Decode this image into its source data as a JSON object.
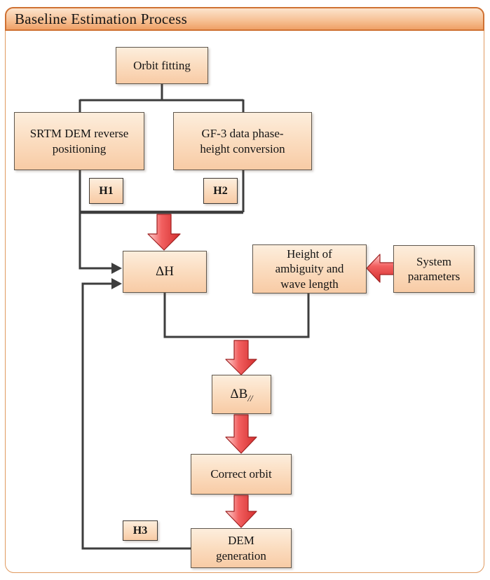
{
  "header": {
    "title": "Baseline Estimation Process"
  },
  "nodes": {
    "orbit_fitting": {
      "label": [
        "Orbit fitting"
      ]
    },
    "srtm_dem": {
      "label": [
        "SRTM DEM reverse",
        "positioning"
      ]
    },
    "gf3": {
      "label": [
        "GF-3 data phase-",
        "height conversion"
      ]
    },
    "h1": {
      "label": "H1"
    },
    "h2": {
      "label": "H2"
    },
    "delta_h": {
      "label": "ΔH"
    },
    "height_of_ambiguity": {
      "label": [
        "Height of",
        "ambiguity and",
        "wave length"
      ]
    },
    "system_parameters": {
      "label": [
        "System",
        "parameters"
      ]
    },
    "delta_b_parallel": {
      "base": "ΔB",
      "sub": "//"
    },
    "correct_orbit": {
      "label": [
        "Correct orbit"
      ]
    },
    "h3": {
      "label": "H3"
    },
    "dem_generation": {
      "label": [
        "DEM",
        "generation"
      ]
    }
  },
  "colors": {
    "header_gradient_top": "#fce4cd",
    "header_gradient_bottom": "#efa066",
    "header_border": "#cf7133",
    "frame_border": "#e09a60",
    "node_fill_top": "#fdeedd",
    "node_fill_bottom": "#f8cba5",
    "node_border": "#5f574d",
    "connector_line": "#3d3d3d",
    "arrow_red_light": "#fdd6d6",
    "arrow_red_mid": "#f26060",
    "arrow_red_dark": "#d32e2e",
    "arrow_outline": "#9e2020"
  }
}
